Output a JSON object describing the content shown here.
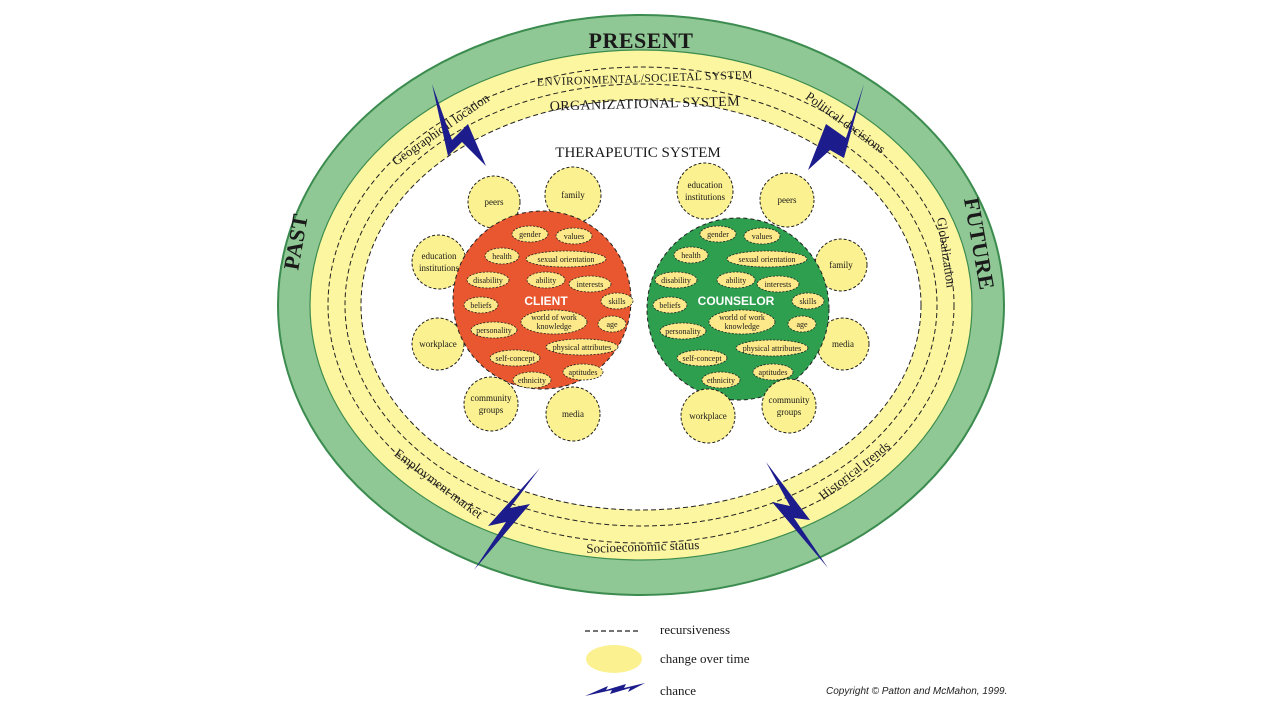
{
  "time": {
    "present": "PRESENT",
    "past": "PAST",
    "future": "FUTURE"
  },
  "systems": {
    "environmental": "ENVIRONMENTAL/SOCIETAL SYSTEM",
    "organizational": "ORGANIZATIONAL SYSTEM",
    "therapeutic": "THERAPEUTIC SYSTEM"
  },
  "ring_factors": {
    "geographical": "Geographical location",
    "political": "Political decisions",
    "globalization": "Globalization",
    "employment": "Employment market",
    "historical": "Historical trends",
    "socioeconomic": "Socioeconomic status"
  },
  "client": {
    "title": "CLIENT",
    "color": "#e8572f",
    "bubbles": {
      "peers": "peers",
      "family": "family",
      "education1": "education",
      "education2": "institutions",
      "workplace": "workplace",
      "community1": "community",
      "community2": "groups",
      "media": "media"
    },
    "ovals": {
      "gender": "gender",
      "values": "values",
      "health": "health",
      "sexual_orientation": "sexual orientation",
      "disability": "disability",
      "ability": "ability",
      "interests": "interests",
      "beliefs": "beliefs",
      "skills": "skills",
      "world1": "world of work",
      "world2": "knowledge",
      "personality": "personality",
      "age": "age",
      "physical": "physical attributes",
      "self_concept": "self-concept",
      "aptitudes": "aptitudes",
      "ethnicity": "ethnicity"
    }
  },
  "counselor": {
    "title": "COUNSELOR",
    "color": "#2e9e4f",
    "bubbles": {
      "education1": "education",
      "education2": "institutions",
      "peers": "peers",
      "family": "family",
      "media": "media",
      "workplace": "workplace",
      "community1": "community",
      "community2": "groups"
    },
    "ovals": {
      "gender": "gender",
      "values": "values",
      "health": "health",
      "sexual_orientation": "sexual orientation",
      "disability": "disability",
      "ability": "ability",
      "interests": "interests",
      "beliefs": "beliefs",
      "skills": "skills",
      "world1": "world of work",
      "world2": "knowledge",
      "personality": "personality",
      "age": "age",
      "physical": "physical attributes",
      "self_concept": "self-concept",
      "aptitudes": "aptitudes",
      "ethnicity": "ethnicity"
    }
  },
  "legend": {
    "recursiveness": "recursiveness",
    "change": "change over time",
    "chance": "chance"
  },
  "copyright": "Copyright © Patton and McMahon, 1999.",
  "colors": {
    "outer_ring": "#8fc894",
    "outer_ring_edge": "#3c8c50",
    "yellow": "#fdf6a0",
    "bubble": "#fbf190",
    "oval": "#fde98a",
    "lightning": "#1c1c8c"
  }
}
